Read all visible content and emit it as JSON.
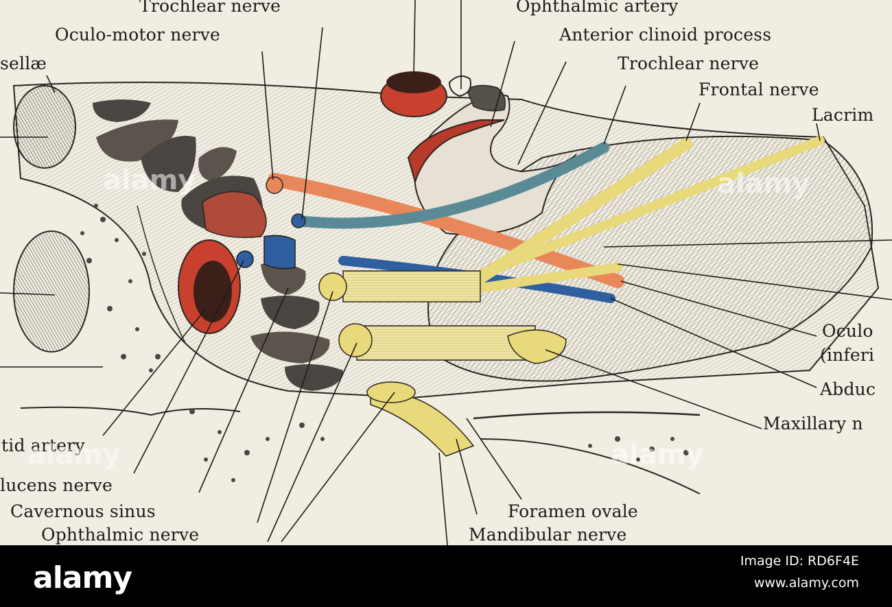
{
  "labels": {
    "trochlear_nerve_top": "Trochlear nerve",
    "oculomotor_nerve_top": "Oculo-motor nerve",
    "sellae": "sellæ",
    "ophthalmic_artery": "Ophthalmic artery",
    "anterior_clinoid_process": "Anterior clinoid process",
    "trochlear_nerve_right": "Trochlear nerve",
    "frontal_nerve": "Frontal nerve",
    "lacrimal": "Lacrim",
    "oculo_inferior_1": "Oculo",
    "oculo_inferior_2": "(inferi",
    "abducens_right": "Abduc",
    "maxillary_nerve": "Maxillary n",
    "carotid_artery": "tid artery",
    "abducens_nerve": "lucens nerve",
    "cavernous_sinus": "Cavernous sinus",
    "ophthalmic_nerve": "Ophthalmic nerve",
    "foramen_ovale": "Foramen ovale",
    "mandibular_nerve": "Mandibular nerve"
  },
  "watermark": "alamy",
  "footer": {
    "brand": "alamy",
    "image_id": "Image ID: RD6F4E",
    "site": "www.alamy.com"
  },
  "colors": {
    "artery": "#c8412e",
    "nerve_yellow": "#e8d97a",
    "nerve_blue": "#2e5f9e",
    "nerve_teal": "#5a8a96",
    "nerve_orange": "#e8875a",
    "paper": "#f1ede2"
  }
}
